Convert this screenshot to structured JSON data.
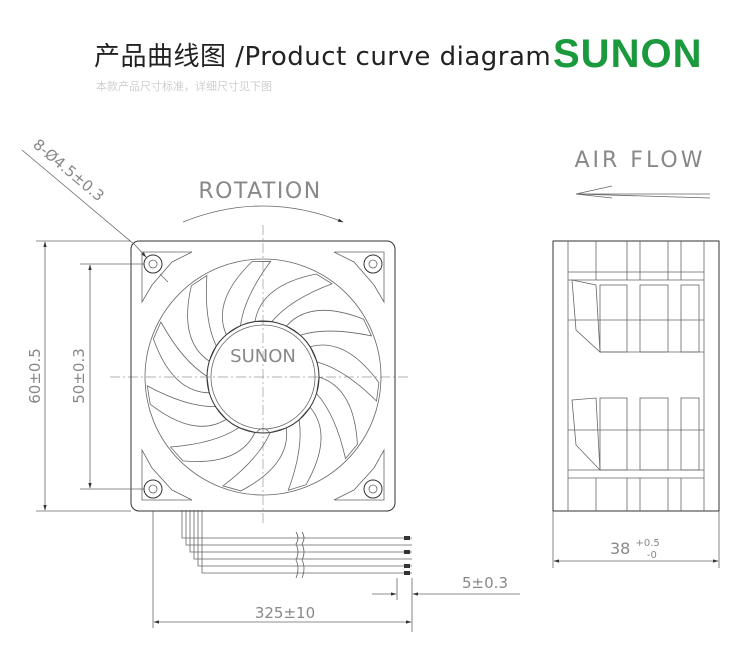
{
  "header": {
    "title_cn": "产品曲线图",
    "title_en": "/Product curve diagram",
    "subtitle": "本款产品尺寸标准，详细尺寸见下图"
  },
  "brand": {
    "name": "SUNON",
    "color": "#1a9a3c"
  },
  "drawing": {
    "rotation_label": "ROTATION",
    "airflow_label": "AIR FLOW",
    "hub_label": "SUNON",
    "dimensions": {
      "hole_spec": "8-Ø4.5±0.3",
      "height_outer": "60±0.5",
      "height_holes": "50±0.3",
      "depth_main": "38",
      "depth_tol_upper": "+0.5",
      "depth_tol_lower": "-0",
      "lead_end": "5±0.3",
      "lead_length": "325±10"
    }
  }
}
